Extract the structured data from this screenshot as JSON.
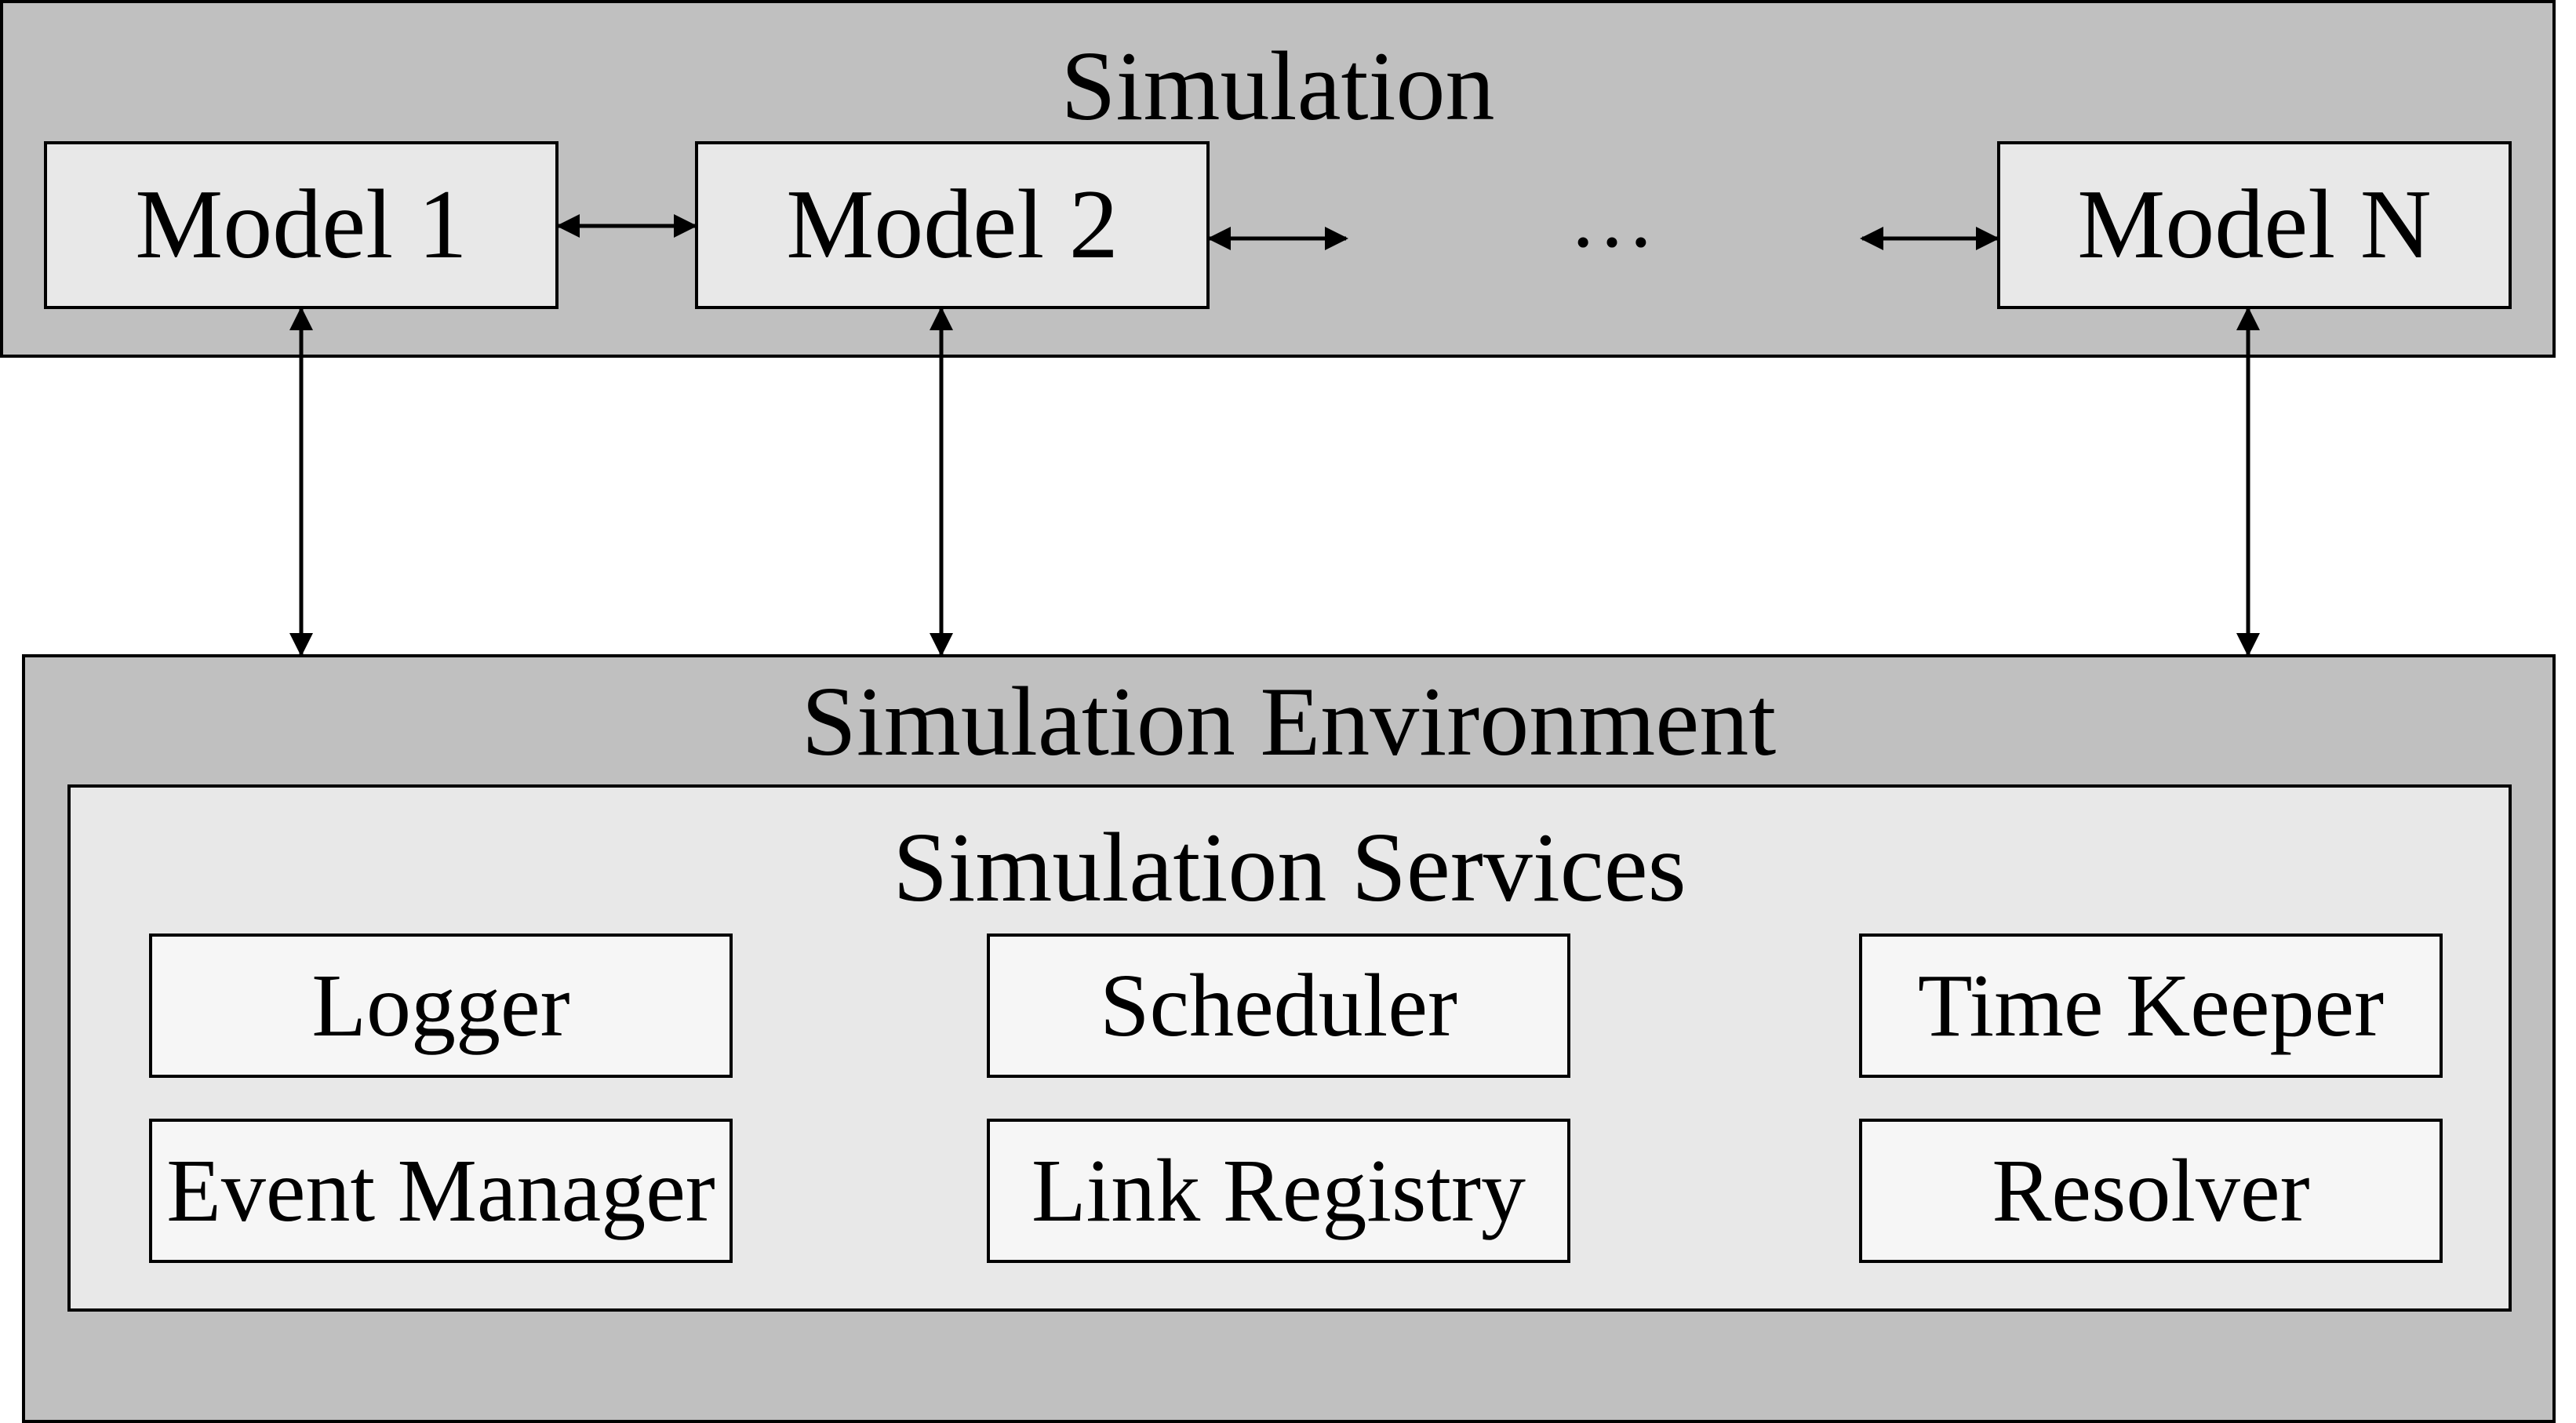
{
  "simulation": {
    "title": "Simulation",
    "models": [
      {
        "label": "Model 1"
      },
      {
        "label": "Model 2"
      },
      {
        "label": "Model N"
      }
    ],
    "ellipsis": "…"
  },
  "environment": {
    "title": "Simulation Environment",
    "services": {
      "title": "Simulation Services",
      "items": [
        {
          "label": "Logger"
        },
        {
          "label": "Scheduler"
        },
        {
          "label": "Time Keeper"
        },
        {
          "label": "Event Manager"
        },
        {
          "label": "Link Registry"
        },
        {
          "label": "Resolver"
        }
      ]
    }
  },
  "colors": {
    "outer_fill": "#c0c0c0",
    "inner_fill": "#e8e8e8",
    "service_fill": "#f6f6f6",
    "stroke": "#000000"
  }
}
